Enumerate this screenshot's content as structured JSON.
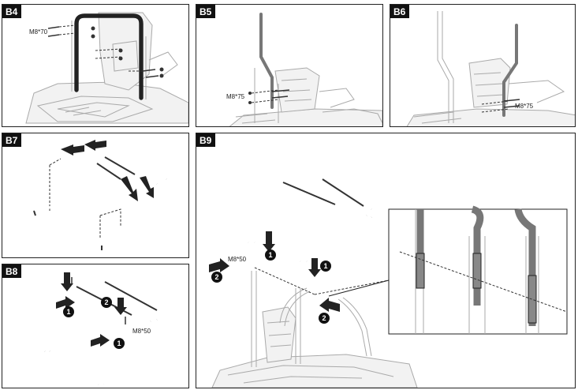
{
  "panels": {
    "b4": {
      "tag": "B4",
      "bolt_label": "M8*70"
    },
    "b5": {
      "tag": "B5",
      "bolt_label": "M8*75"
    },
    "b6": {
      "tag": "B6",
      "bolt_label": "M8*75"
    },
    "b7": {
      "tag": "B7"
    },
    "b8": {
      "tag": "B8",
      "bolt_label": "M8*50",
      "step_numbers": [
        "1",
        "2",
        "1"
      ]
    },
    "b9": {
      "tag": "B9",
      "bolt_label": "M8*50",
      "step_numbers": [
        "1",
        "2",
        "1",
        "2"
      ]
    }
  }
}
